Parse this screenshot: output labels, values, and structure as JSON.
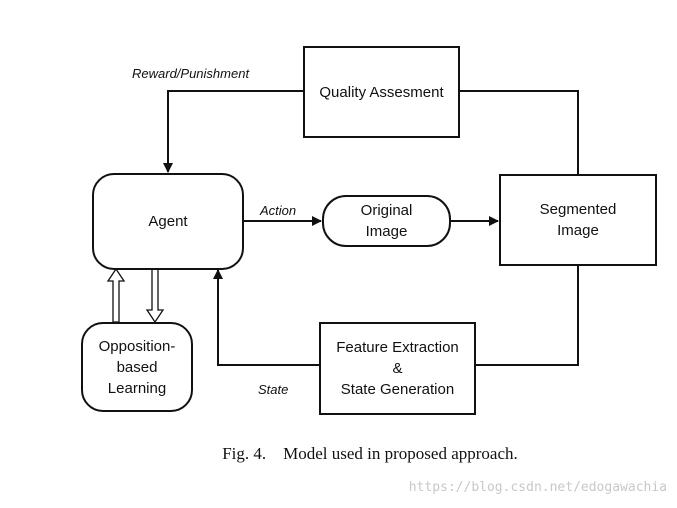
{
  "nodes": {
    "quality": {
      "label": "Quality Assesment"
    },
    "agent": {
      "label": "Agent"
    },
    "original": {
      "line1": "Original",
      "line2": "Image"
    },
    "segmented": {
      "line1": "Segmented",
      "line2": "Image"
    },
    "opposition": {
      "line1": "Opposition-",
      "line2": "based",
      "line3": "Learning"
    },
    "feature": {
      "line1": "Feature Extraction",
      "line2": "&",
      "line3": "State Generation"
    }
  },
  "edges": {
    "reward": "Reward/Punishment",
    "action": "Action",
    "state": "State"
  },
  "caption": "Fig. 4.    Model used in proposed approach.",
  "watermark": "https://blog.csdn.net/edogawachia"
}
